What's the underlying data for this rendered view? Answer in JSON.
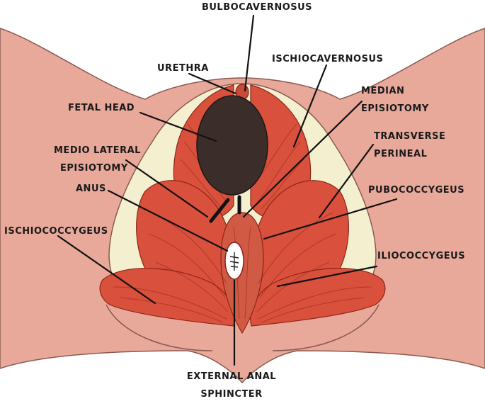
{
  "labels": {
    "bulbocavernosus": "BULBOCAVERNOSUS",
    "urethra": "URETHRA",
    "ischiocavernosus": "ISCHIOCAVERNOSUS",
    "fetal_head": "FETAL HEAD",
    "median_episiotomy_1": "MEDIAN",
    "median_episiotomy_2": "EPISIOTOMY",
    "transverse_perineal_1": "TRANSVERSE",
    "transverse_perineal_2": "PERINEAL",
    "medio_lateral_episiotomy_1": "MEDIO LATERAL",
    "medio_lateral_episiotomy_2": "EPISIOTOMY",
    "anus": "ANUS",
    "pubococcygeus": "PUBOCOCCYGEUS",
    "ischiococcygeus": "ISCHIOCOCCYGEUS",
    "iliococcygeus": "ILIOCOCCYGEUS",
    "external_anal_sphincter_1": "EXTERNAL ANAL",
    "external_anal_sphincter_2": "SPHINCTER"
  },
  "colors": {
    "skin": "#e8a99b",
    "skin_outline": "#8a5a50",
    "pelvic_cavity": "#f3efcf",
    "muscle": "#d9513c",
    "muscle_dark": "#b53a28",
    "fetal_head": "#3b2e2a",
    "anus_opening": "#ffffff"
  }
}
